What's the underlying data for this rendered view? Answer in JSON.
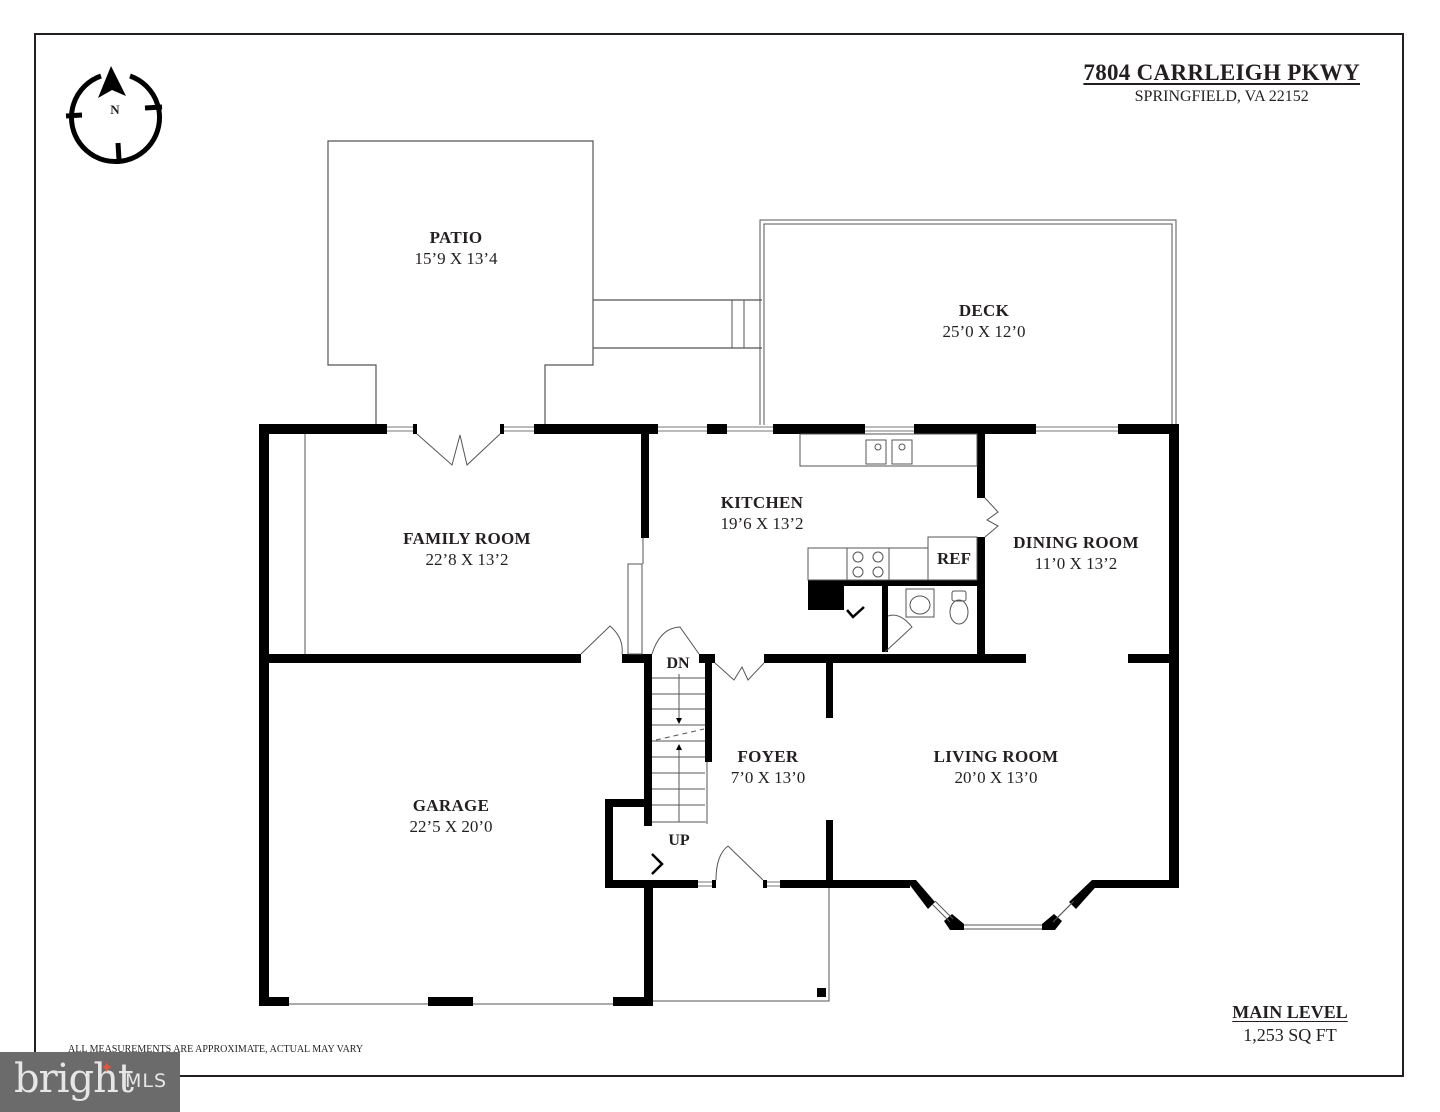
{
  "header": {
    "address": "7804 CARRLEIGH PKWY",
    "city_state_zip": "SPRINGFIELD, VA  22152"
  },
  "compass": {
    "label": "N",
    "icon": "north-arrow-compass-icon"
  },
  "rooms": [
    {
      "name": "PATIO",
      "dimensions": "15’9 X 13’4"
    },
    {
      "name": "DECK",
      "dimensions": "25’0 X 12’0"
    },
    {
      "name": "FAMILY ROOM",
      "dimensions": "22’8 X 13’2"
    },
    {
      "name": "KITCHEN",
      "dimensions": "19’6 X 13’2"
    },
    {
      "name": "DINING ROOM",
      "dimensions": "11’0 X 13’2"
    },
    {
      "name": "FOYER",
      "dimensions": "7’0 X 13’0"
    },
    {
      "name": "LIVING ROOM",
      "dimensions": "20’0 X 13’0"
    },
    {
      "name": "GARAGE",
      "dimensions": "22’5 X 20’0"
    }
  ],
  "fixtures": {
    "refrigerator": "REF",
    "stairs_down": "DN",
    "stairs_up": "UP"
  },
  "level": {
    "name": "MAIN LEVEL",
    "area": "1,253 SQ FT"
  },
  "disclaimer": "ALL MEASUREMENTS ARE APPROXIMATE, ACTUAL MAY VARY",
  "brand": {
    "name": "bright",
    "suffix": "MLS",
    "accent_color": "#e2553d",
    "background": "#6b6b6b"
  },
  "colors": {
    "wall": "#000000",
    "text": "#231f20",
    "thin_line": "#555555"
  }
}
